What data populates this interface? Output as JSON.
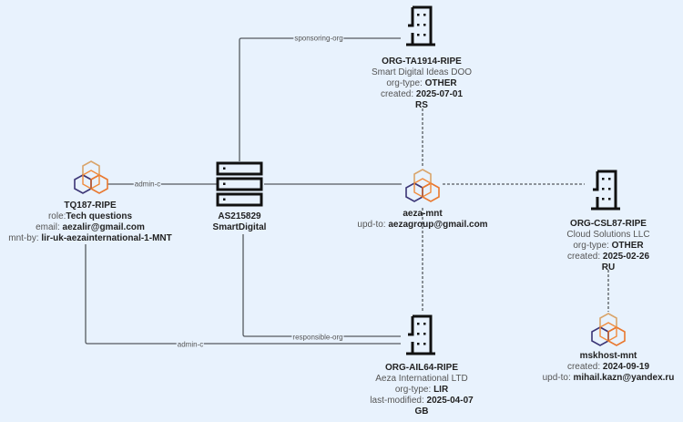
{
  "colors": {
    "background": "#e8f2fd",
    "edge": "#555a60",
    "icon_stroke": "#111111",
    "hex_top": "#d9a56b",
    "hex_left": "#3b3576",
    "hex_right": "#e9772e",
    "hex_inner": "#f08a3a"
  },
  "nodes": {
    "org_ta1914": {
      "icon": "building-icon",
      "title": "ORG-TA1914-RIPE",
      "name": "Smart Digital Ideas DOO",
      "org_type_key": "org-type:",
      "org_type": "OTHER",
      "created_key": "created:",
      "created": "2025-07-01",
      "country": "RS"
    },
    "tq187": {
      "icon": "ripe-hexagon-icon",
      "title": "TQ187-RIPE",
      "role_key": "role:",
      "role": "Tech questions",
      "email_key": "email:",
      "email": "aezalir@gmail.com",
      "mnt_by_key": "mnt-by:",
      "mnt_by": "lir-uk-aezainternational-1-MNT"
    },
    "as215829": {
      "icon": "server-icon",
      "title": "AS215829",
      "name": "SmartDigital"
    },
    "aeza_mnt": {
      "icon": "ripe-hexagon-icon",
      "title": "aeza-mnt",
      "upd_to_key": "upd-to:",
      "upd_to": "aezagroup@gmail.com"
    },
    "org_csl87": {
      "icon": "building-icon",
      "title": "ORG-CSL87-RIPE",
      "name": "Cloud Solutions LLC",
      "org_type_key": "org-type:",
      "org_type": "OTHER",
      "created_key": "created:",
      "created": "2025-02-26",
      "country": "RU"
    },
    "org_ail64": {
      "icon": "building-icon",
      "title": "ORG-AIL64-RIPE",
      "name": "Aeza International LTD",
      "org_type_key": "org-type:",
      "org_type": "LIR",
      "modified_key": "last-modified:",
      "modified": "2025-04-07",
      "country": "GB"
    },
    "mskhost_mnt": {
      "icon": "ripe-hexagon-icon",
      "title": "mskhost-mnt",
      "created_key": "created:",
      "created": "2024-09-19",
      "upd_to_key": "upd-to:",
      "upd_to": "mihail.kazn@yandex.ru"
    }
  },
  "edges": {
    "sponsoring_org": {
      "label": "sponsoring-org",
      "style": "solid"
    },
    "admin_c_as": {
      "label": "admin-c",
      "style": "solid"
    },
    "admin_c_org": {
      "label": "admin-c",
      "style": "solid"
    },
    "responsible_org": {
      "label": "responsible-org",
      "style": "solid"
    },
    "as_to_mnt": {
      "label": "",
      "style": "solid"
    },
    "mnt_to_ta1914": {
      "label": "",
      "style": "dashed"
    },
    "mnt_to_ail64": {
      "label": "",
      "style": "dashed"
    },
    "mnt_to_csl87": {
      "label": "",
      "style": "dashed"
    },
    "csl87_to_mskhost": {
      "label": "",
      "style": "dashed"
    }
  }
}
